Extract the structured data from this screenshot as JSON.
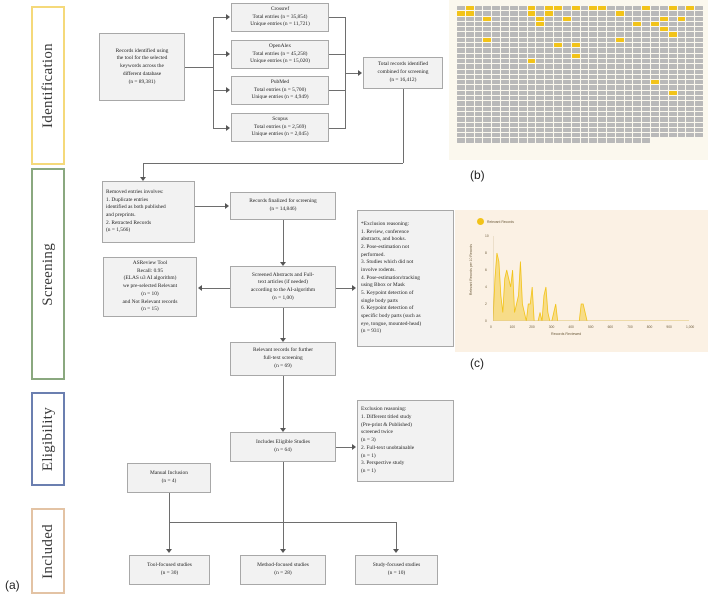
{
  "figure": {
    "panel_a_label": "(a)",
    "panel_b_label": "(b)",
    "panel_c_label": "(c)"
  },
  "stages": [
    {
      "label": "Identification",
      "color": "#f5d97a"
    },
    {
      "label": "Screening",
      "color": "#8aa87f"
    },
    {
      "label": "Eligibility",
      "color": "#6b7fb0"
    },
    {
      "label": "Included",
      "color": "#e3c3a4"
    }
  ],
  "boxes": {
    "records_identified": {
      "lines": [
        "Records identified using",
        "the tool for the selected",
        "keywords across the",
        "different database",
        "(n = 89,381)"
      ]
    },
    "crossref": {
      "lines": [
        "Crossref",
        "Total entries (n = 35,854)",
        "Unique entries (n = 11,721)"
      ]
    },
    "openalex": {
      "lines": [
        "OpenAlex",
        "Total entries (n = 45,258)",
        "Unique entries (n = 15,020)"
      ]
    },
    "pubmed": {
      "lines": [
        "PubMed",
        "Total entries (n = 5,700)",
        "Unique entries (n = 4,949)"
      ]
    },
    "scopus": {
      "lines": [
        "Scopus",
        "Total entries (n = 2,569)",
        "Unique entries (n = 2,045)"
      ]
    },
    "combined": {
      "lines": [
        "Total records identified",
        "combined for screening",
        "(n = 16,412)"
      ]
    },
    "removed_entries": {
      "lines": [
        "Removed entries involves:",
        "1. Duplicate entries",
        "identified as both published",
        "and preprints.",
        "2. Retracted Records",
        "(n = 1,566)"
      ]
    },
    "records_finalized": {
      "lines": [
        "Records finalized for  screening",
        "(n = 14,846)"
      ]
    },
    "asreview_tool": {
      "lines": [
        "ASReview Tool",
        "Recall: 0.95",
        "(ELAS u3 AI algorithm)",
        "we pre-selected Relevant",
        "(n = 10)",
        "and Not Relevant records",
        "(n = 15)"
      ]
    },
    "screened_abstracts": {
      "lines": [
        "Screened Abstracts and Full-",
        "text articles (if needed)",
        "according to the AI-algorithm",
        "(n = 1,00)"
      ]
    },
    "exclusion_reasoning_screening": {
      "lines": [
        "*Exclusion reasoning:",
        "1. Review, conference",
        "abstracts, and books.",
        "2. Pose-estimation not",
        "performed.",
        "3. Studies which did not",
        "involve rodents.",
        "4. Pose-estimation/tracking",
        "using Bbox or Mask",
        "5. Keypoint detection of",
        "single body parts",
        "6. Keypoint detection of",
        "specific body parts (such as",
        "eye, tongue, mounted-head)",
        "(n = 931)"
      ]
    },
    "relevant_records": {
      "lines": [
        "Relevant records for further",
        "full-text screening",
        "(n = 69)"
      ]
    },
    "eligible_studies": {
      "lines": [
        "Includes Eligible Studies",
        "(n = 64)"
      ]
    },
    "exclusion_reasoning_eligibility": {
      "lines": [
        "Exclusion reasoning:",
        "1. Different titled study",
        "(Pre-print & Published)",
        "screened twice",
        "(n = 3)",
        "2. Full-text unobtainable",
        "(n = 1)",
        "3. Perspective study",
        "(n = 1)"
      ]
    },
    "manual_inclusion": {
      "lines": [
        "Manual Inclusion",
        "(n = 4)"
      ]
    },
    "tool_focused": {
      "lines": [
        "Tool-focused studies",
        "(n = 30)"
      ]
    },
    "method_focused": {
      "lines": [
        "Method-focused studies",
        "(n = 28)"
      ]
    },
    "study_focused": {
      "lines": [
        "Study-focused studies",
        "(n = 10)"
      ]
    }
  },
  "panel_b": {
    "description": "ASReview record grid",
    "background": "#fbf8ee",
    "neutral_color": "#b9b9b9",
    "relevant_color": "#f2c319",
    "columns": 28,
    "rows": 26,
    "total_cells": 722
  },
  "chart_data": {
    "type": "line",
    "title": "",
    "xlabel": "Records Reviewed",
    "ylabel": "Relevant Records per 10 Records",
    "legend": [
      "Relevant Records"
    ],
    "legend_position": "top-left",
    "grid": false,
    "xlim": [
      0,
      1000
    ],
    "ylim": [
      0,
      10
    ],
    "xticks": [
      0,
      100,
      200,
      300,
      400,
      500,
      600,
      700,
      800,
      900,
      1000
    ],
    "xtick_labels": [
      "0",
      "100",
      "200",
      "300",
      "400",
      "500",
      "600",
      "700",
      "800",
      "900",
      "1,000"
    ],
    "yticks": [
      0,
      2,
      4,
      6,
      8,
      10
    ],
    "ytick_labels": [
      "0",
      "2",
      "4",
      "6",
      "8",
      "10"
    ],
    "series": [
      {
        "name": "Relevant Records",
        "color": "#f2c319",
        "x": [
          0,
          10,
          20,
          30,
          40,
          50,
          60,
          70,
          80,
          90,
          100,
          110,
          120,
          130,
          140,
          150,
          160,
          170,
          180,
          190,
          200,
          210,
          220,
          230,
          240,
          250,
          260,
          270,
          280,
          290,
          300,
          310,
          320,
          330,
          340,
          350,
          360,
          370,
          380,
          390,
          400,
          410,
          420,
          430,
          440,
          450,
          460,
          470,
          480,
          490,
          500,
          520,
          560,
          600,
          650,
          700,
          760,
          820,
          880,
          940,
          1000
        ],
        "y": [
          0,
          5,
          8,
          7,
          3,
          1,
          5,
          6,
          5,
          4,
          6,
          1,
          2,
          3,
          7,
          2,
          1,
          0,
          2,
          2,
          4,
          0,
          0,
          0,
          1,
          0,
          3,
          4,
          1,
          0,
          0,
          1,
          2,
          0,
          0,
          0,
          0,
          0,
          0,
          0,
          0,
          0,
          0,
          0,
          0,
          2,
          2,
          1,
          0,
          0,
          0,
          0,
          0,
          0,
          0,
          0,
          0,
          0,
          0,
          0,
          0
        ]
      }
    ]
  }
}
